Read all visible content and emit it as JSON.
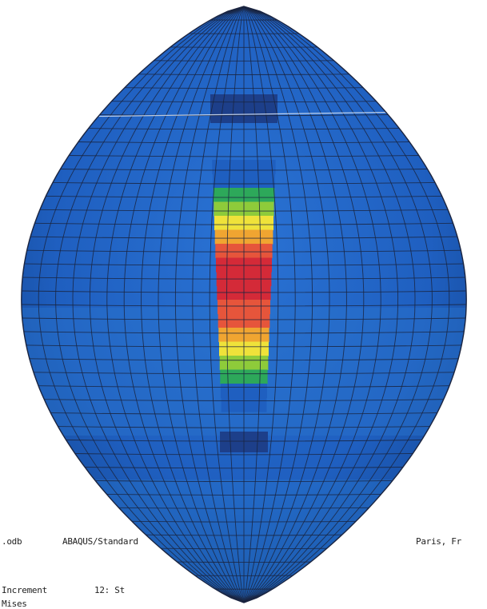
{
  "viewer": {
    "odb_file": ".odb",
    "version_line": "ABAQUS/Standard",
    "location": "Paris, Fr",
    "increment_label": "Increment",
    "increment_value": "12: St",
    "variable_label": "Mises"
  },
  "contour": {
    "background_color": "#1f5fc0",
    "mesh_line_color": "#1a2440",
    "band_colors": [
      "#1d3f8a",
      "#1f5fc0",
      "#2f8fbf",
      "#2da85a",
      "#8ecb3a",
      "#efe23a",
      "#f0a531",
      "#e6553b",
      "#d42a38"
    ],
    "stress_profile": [
      0,
      0,
      0.28,
      0.45,
      0.62,
      0.78,
      0.88,
      0.96,
      1.0,
      0.98,
      0.92,
      0.84,
      0.72,
      0.56,
      0.4,
      0.22,
      0,
      0
    ]
  }
}
